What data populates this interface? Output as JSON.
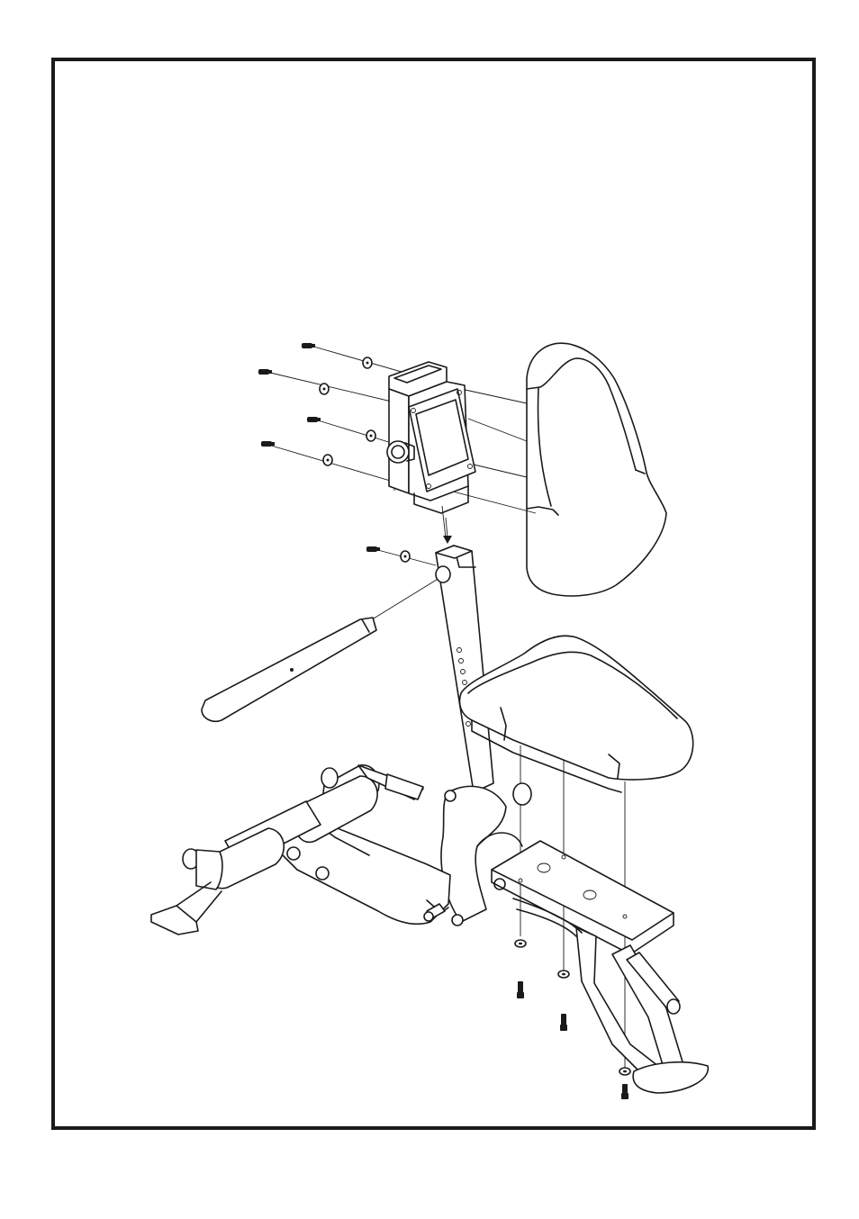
{
  "page": {
    "background": "#ffffff",
    "line_color": "#1a1a1a"
  },
  "diagram": {
    "parts": [
      "backrest-pad",
      "backrest-bracket",
      "adjustment-knob",
      "bracket-bolt",
      "bracket-washer",
      "seat-post",
      "handle-bar",
      "seat-pad",
      "main-frame",
      "leg-roller-pad",
      "foot-plate",
      "seat-bolt",
      "seat-washer"
    ]
  }
}
